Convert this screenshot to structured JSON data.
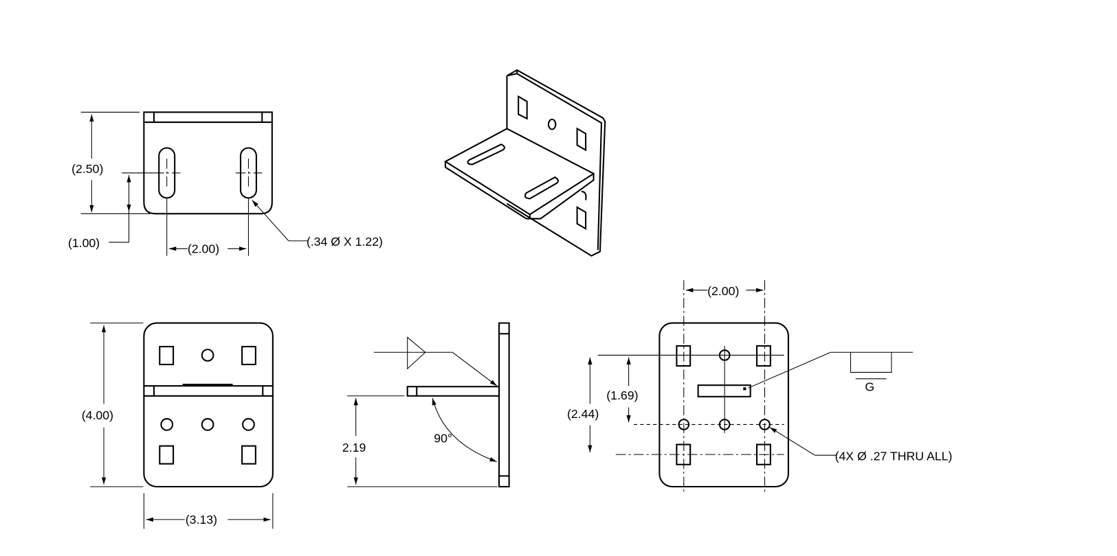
{
  "top_view": {
    "height_dim": "(2.50)",
    "slot_offset_dim": "(1.00)",
    "slot_spacing_dim": "(2.00)",
    "slot_callout": "(.34 Ø X 1.22)"
  },
  "front_view": {
    "height_dim": "(4.00)",
    "width_dim": "(3.13)"
  },
  "side_view": {
    "flange_height_dim": "2.19",
    "angle_dim": "90°"
  },
  "back_view": {
    "hole_spacing_dim": "(2.00)",
    "vertical_dim_1": "(1.69)",
    "vertical_dim_2": "(2.44)",
    "hole_callout": "(4X Ø .27 THRU ALL)",
    "weld_label": "G"
  }
}
